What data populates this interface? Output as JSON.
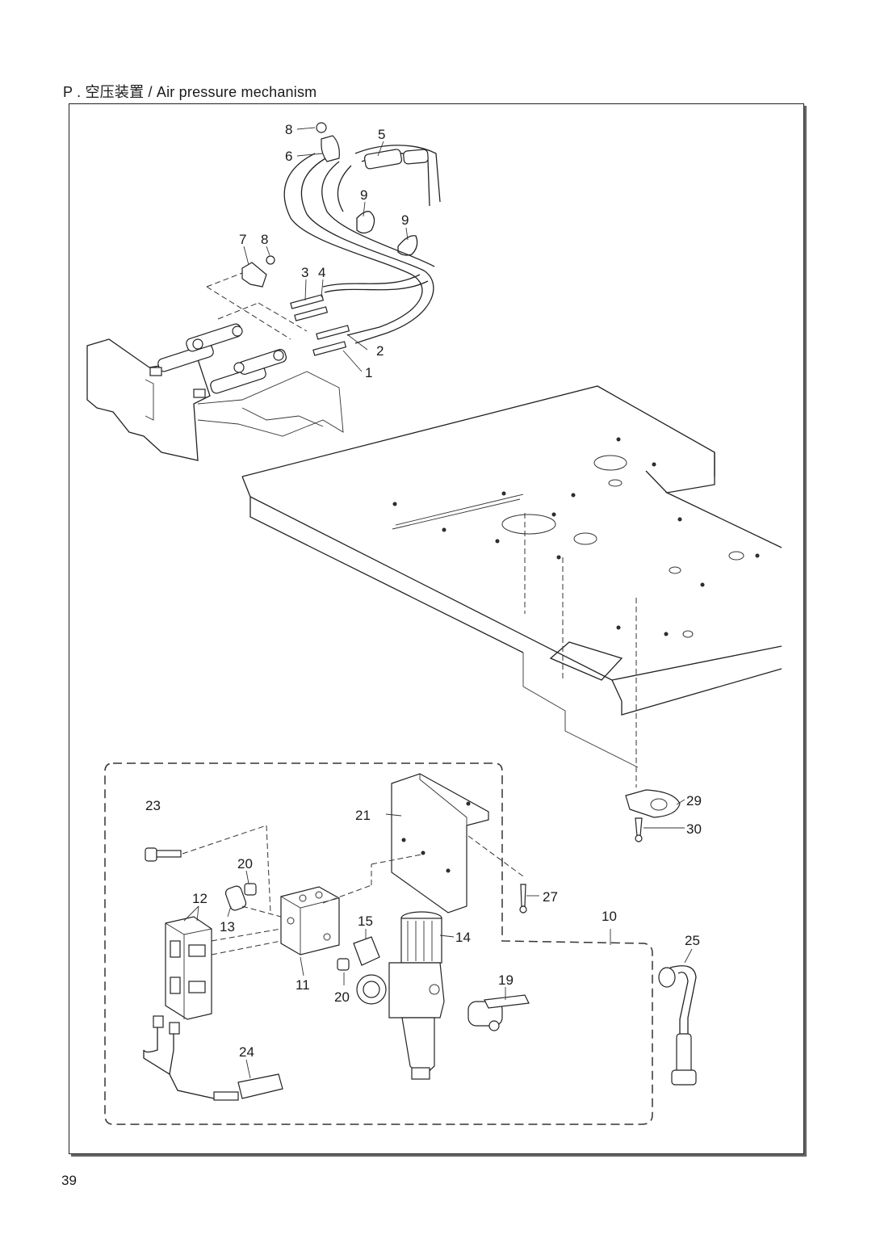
{
  "page": {
    "title": "P . 空压装置 / Air pressure mechanism",
    "number": "39"
  },
  "labels": {
    "p1": "1",
    "p2": "2",
    "p3": "3",
    "p4": "4",
    "p5": "5",
    "p6": "6",
    "p7": "7",
    "p8a": "8",
    "p8b": "8",
    "p9a": "9",
    "p9b": "9",
    "p10": "10",
    "p11": "11",
    "p12": "12",
    "p13": "13",
    "p14": "14",
    "p15": "15",
    "p19": "19",
    "p20a": "20",
    "p20b": "20",
    "p21": "21",
    "p23": "23",
    "p24": "24",
    "p25": "25",
    "p27": "27",
    "p29": "29",
    "p30": "30"
  }
}
